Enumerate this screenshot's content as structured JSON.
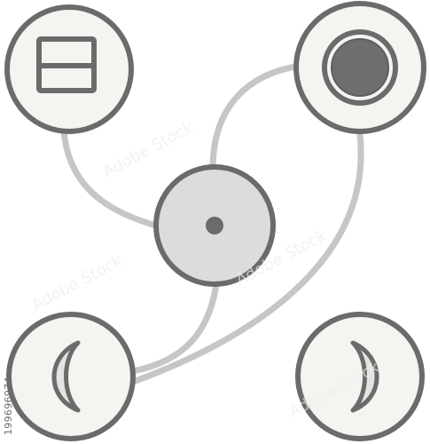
{
  "image": {
    "subject": "network icon",
    "colors": {
      "background": "#ffffff",
      "stroke": "#6b6b6b",
      "node_fill": "#f4f4f1",
      "hub_fill": "#dcdcdc",
      "connector": "#c9c9c9",
      "dark_fill": "#6e6e6e"
    }
  },
  "nodes": [
    {
      "id": "top-left",
      "icon": "window-panels-icon"
    },
    {
      "id": "top-right",
      "icon": "filled-circle-icon"
    },
    {
      "id": "center",
      "icon": "center-dot-icon"
    },
    {
      "id": "bottom-left",
      "icon": "crescent-moon-left-icon"
    },
    {
      "id": "bottom-right",
      "icon": "crescent-moon-right-icon"
    }
  ],
  "watermark": {
    "stock_id": "199696974",
    "pattern": "Adobe Stock"
  }
}
